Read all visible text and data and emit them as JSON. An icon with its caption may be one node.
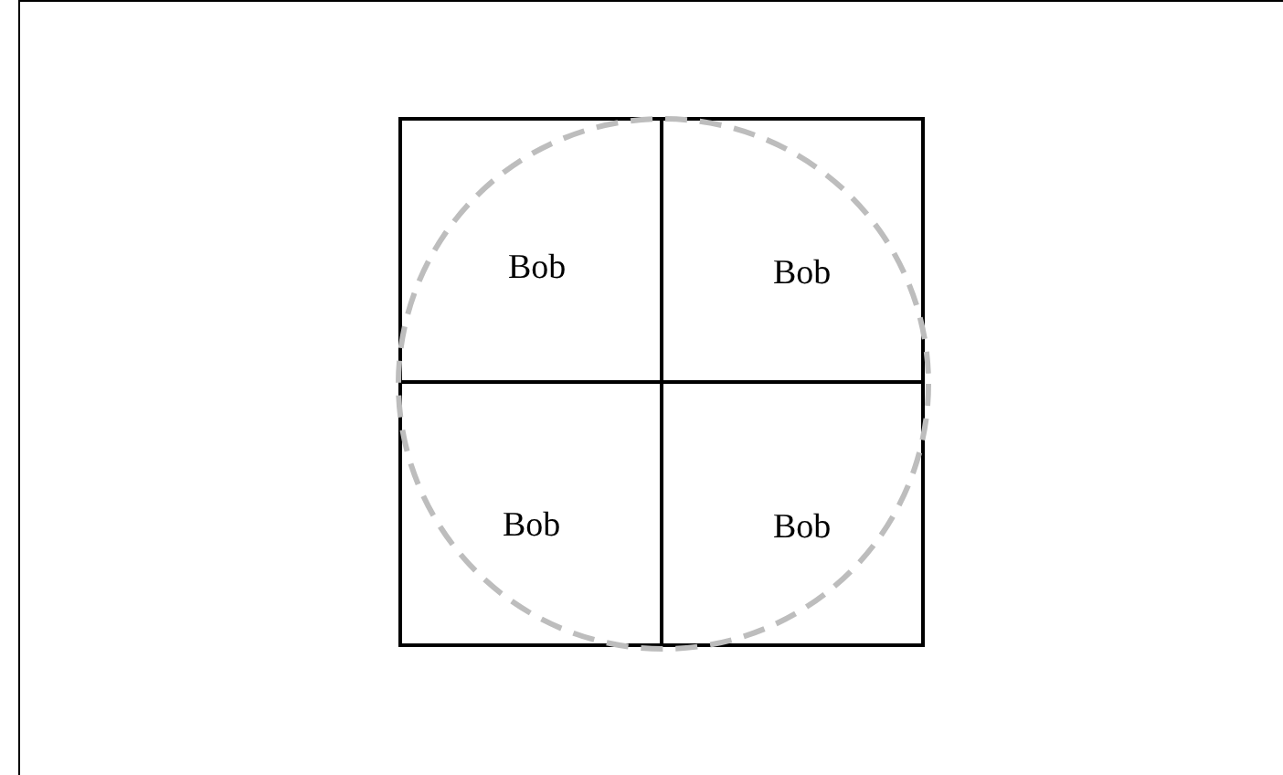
{
  "diagram": {
    "nodes": [
      {
        "text": [
          "Bob"
        ]
      },
      {
        "text": [
          "Bob"
        ]
      },
      {
        "text": [
          "Bob"
        ]
      },
      {
        "text": [
          "Bob"
        ]
      }
    ]
  }
}
